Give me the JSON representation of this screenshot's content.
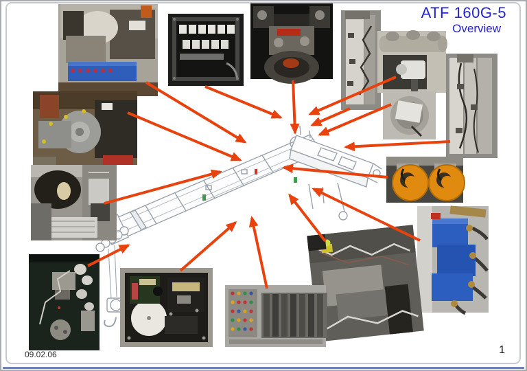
{
  "slide": {
    "title": "ATF 160G-5",
    "subtitle": "Overview",
    "date": "09.02.06",
    "page_number": "1",
    "colors": {
      "title_blue": "#2323cc",
      "arrow_red": "#e8430f",
      "bottom_rule_blue": "#7282b8",
      "valve_blue": "#2c5ec0",
      "cable_reel_orange": "#e18a10"
    }
  }
}
